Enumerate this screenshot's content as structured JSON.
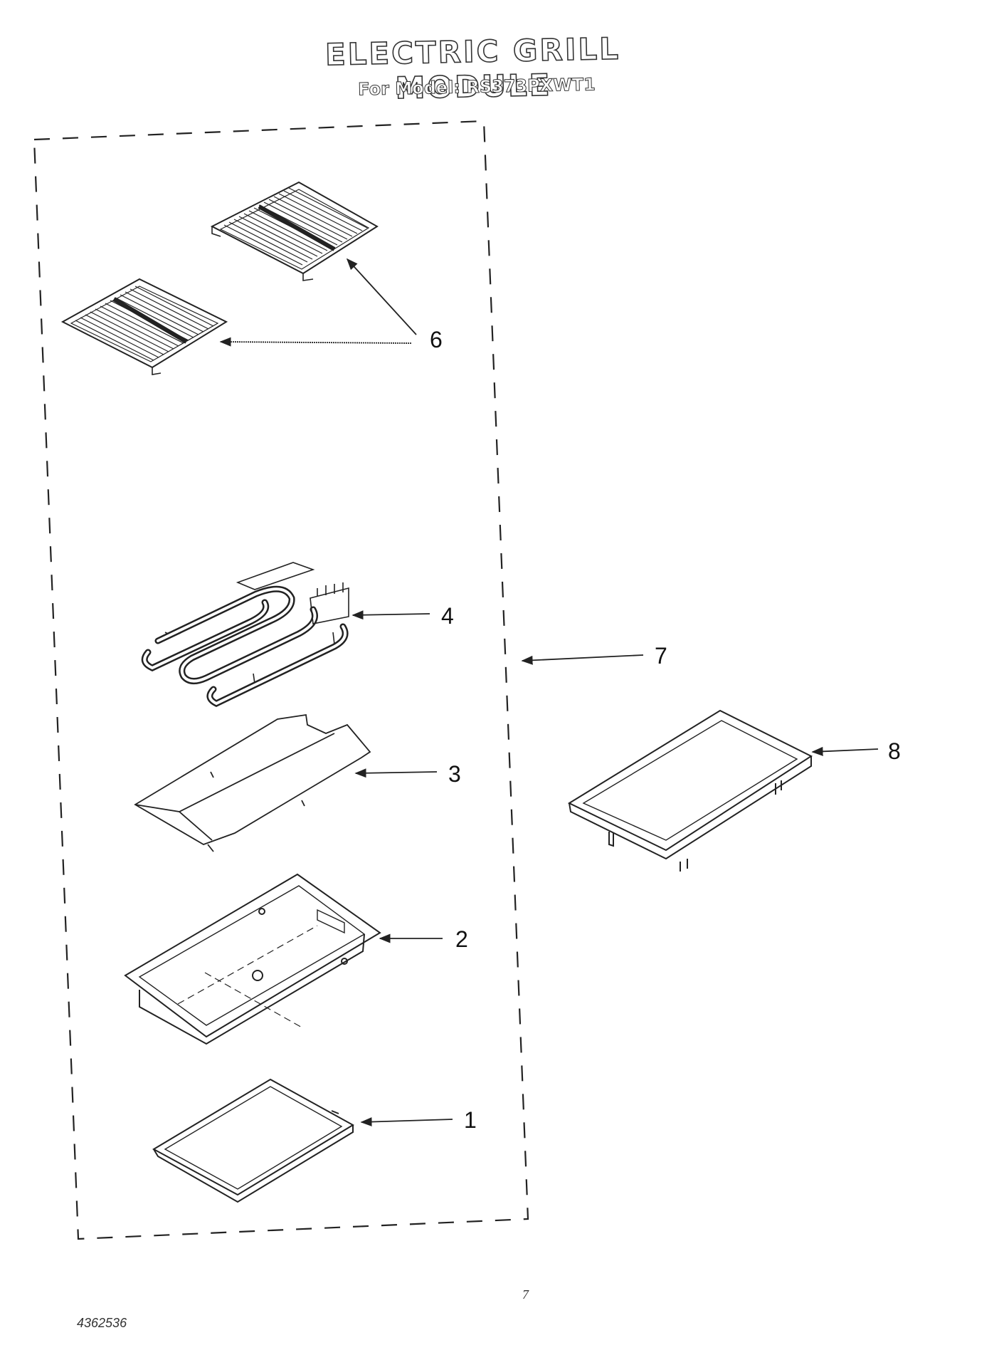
{
  "header": {
    "title": "ELECTRIC GRILL MODULE",
    "subtitle": "For Model: RS373PXWT1"
  },
  "callouts": [
    "1",
    "2",
    "3",
    "4",
    "6",
    "7",
    "8"
  ],
  "footer": {
    "doc_number": "4362536",
    "page_mark": "7"
  },
  "colors": {
    "line": "#222222",
    "background": "#ffffff"
  }
}
